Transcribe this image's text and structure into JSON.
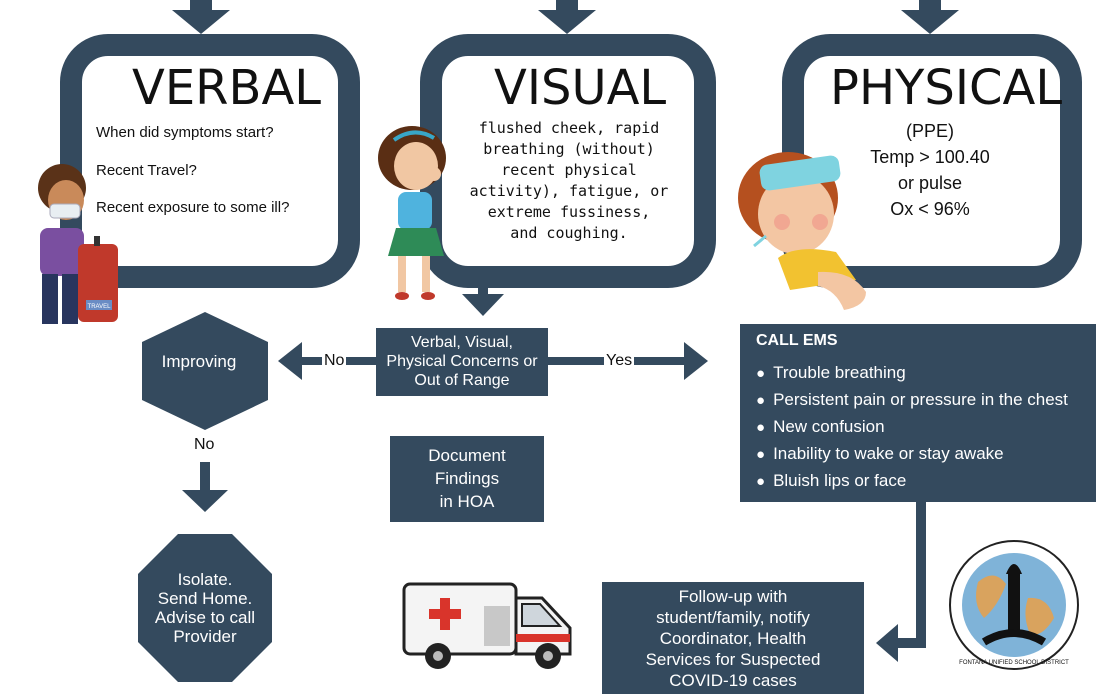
{
  "verbal": {
    "title": "VERBAL",
    "questions": [
      "When did symptoms start?",
      "Recent Travel?",
      "Recent exposure to some ill?"
    ]
  },
  "visual": {
    "title": "VISUAL",
    "lines": [
      "flushed cheek, rapid",
      "breathing (without)",
      "recent physical",
      "activity), fatigue, or",
      "extreme fussiness,",
      "and coughing."
    ]
  },
  "physical": {
    "title": "PHYSICAL",
    "lines": [
      "(PPE)",
      "Temp > 100.40",
      "or pulse",
      "Ox < 96%"
    ]
  },
  "decision": {
    "lines": [
      "Verbal, Visual,",
      "Physical Concerns or",
      "Out of Range"
    ]
  },
  "labels": {
    "no_left": "No",
    "yes_right": "Yes",
    "no_down": "No"
  },
  "improving": "Improving",
  "document": {
    "lines": [
      "Document",
      "Findings",
      "in HOA"
    ]
  },
  "isolate": {
    "lines": [
      "Isolate.",
      "Send Home.",
      "Advise to call",
      "Provider"
    ]
  },
  "ems": {
    "title": "CALL EMS",
    "items": [
      "Trouble breathing",
      "Persistent pain or pressure in the chest",
      "New confusion",
      "Inability to wake  or stay awake",
      "Bluish lips or face"
    ]
  },
  "followup": {
    "lines": [
      "Follow-up with",
      "student/family, notify",
      "Coordinator, Health",
      "Services for Suspected",
      "COVID-19 cases"
    ]
  },
  "luggage_tag": "TRAVEL",
  "seal_text": "FONTANA UNIFIED SCHOOL DISTRICT",
  "colors": {
    "navy": "#344a5e",
    "ambulance_red": "#d9342b"
  }
}
